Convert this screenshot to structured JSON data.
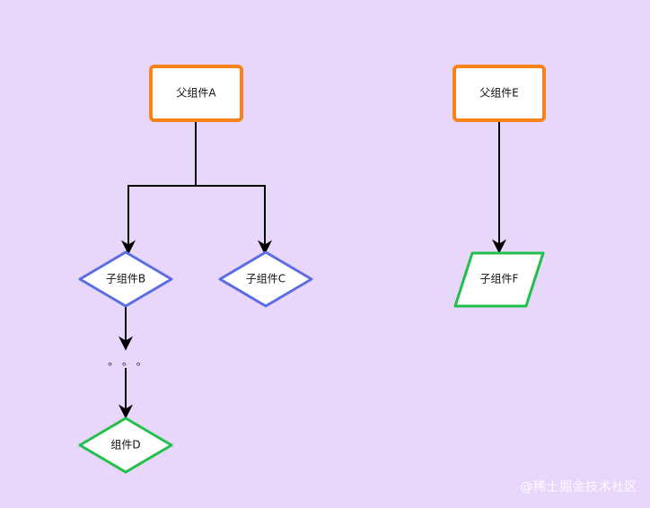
{
  "diagram": {
    "nodes": {
      "a": {
        "label": "父组件A"
      },
      "b": {
        "label": "子组件B"
      },
      "c": {
        "label": "子组件C"
      },
      "d": {
        "label": "组件D"
      },
      "e": {
        "label": "父组件E"
      },
      "f": {
        "label": "子组件F"
      }
    },
    "ellipsis": "。 。 。",
    "colors": {
      "parent_stroke": "#f7831a",
      "child_stroke": "#5b6ee1",
      "leaf_stroke": "#22c04a",
      "edge": "#000000",
      "background": "#e8d6fb",
      "node_fill": "#ffffff"
    }
  },
  "watermark": {
    "text": "@稀土掘金技术社区"
  }
}
